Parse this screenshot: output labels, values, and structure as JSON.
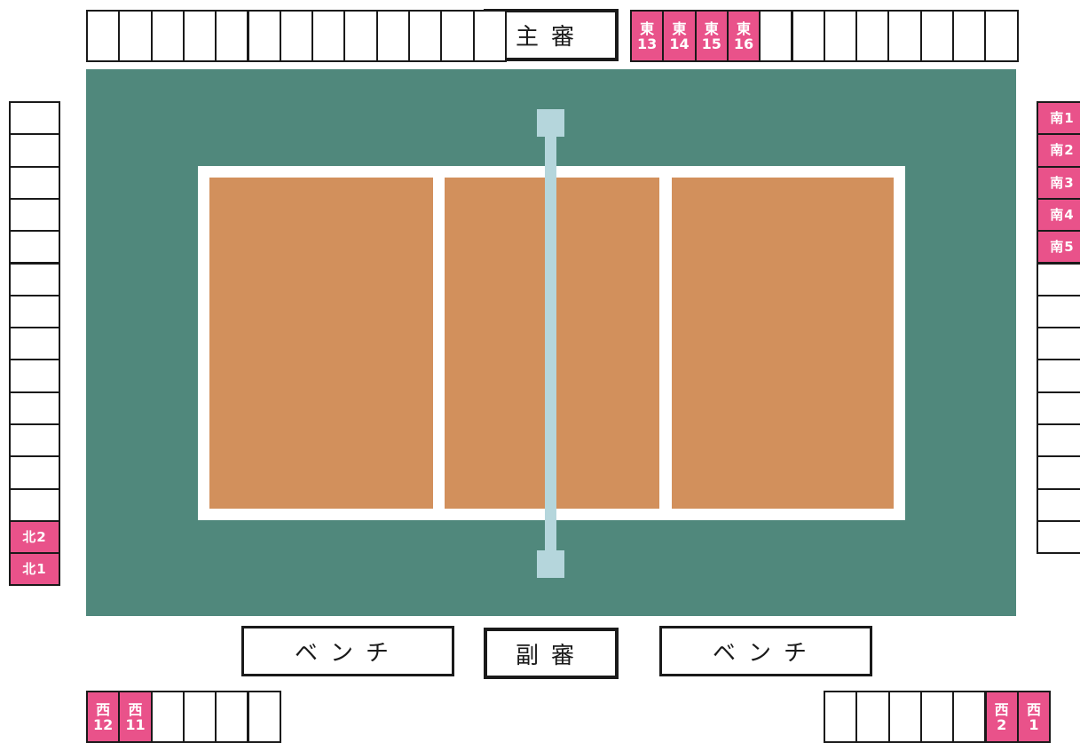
{
  "colors": {
    "floor": "#50887c",
    "court": "#d2905c",
    "lines": "#ffffff",
    "net": "#b5d6dc",
    "seat_highlight": "#e9528a",
    "seat_border": "#1a1a1a"
  },
  "signs": {
    "main_referee": "主審",
    "sub_referee": "副審",
    "bench_left": "ベンチ",
    "bench_right": "ベンチ"
  },
  "seats": {
    "top_left": [
      "",
      "",
      "",
      "",
      "",
      "",
      "",
      "",
      "",
      "",
      "",
      "",
      ""
    ],
    "top_right": [
      "東\n13",
      "東\n14",
      "東\n15",
      "東\n16",
      "",
      "",
      "",
      "",
      "",
      "",
      "",
      ""
    ],
    "left": [
      "",
      "",
      "",
      "",
      "",
      "",
      "",
      "",
      "",
      "",
      "",
      "",
      "",
      "北2",
      "北1"
    ],
    "right": [
      "南1",
      "南2",
      "南3",
      "南4",
      "南5",
      "",
      "",
      "",
      "",
      "",
      "",
      "",
      "",
      ""
    ],
    "bottom_left": [
      "西\n12",
      "西\n11",
      "",
      "",
      "",
      ""
    ],
    "bottom_right": [
      "",
      "",
      "",
      "",
      "",
      "西\n2",
      "西\n1"
    ]
  }
}
